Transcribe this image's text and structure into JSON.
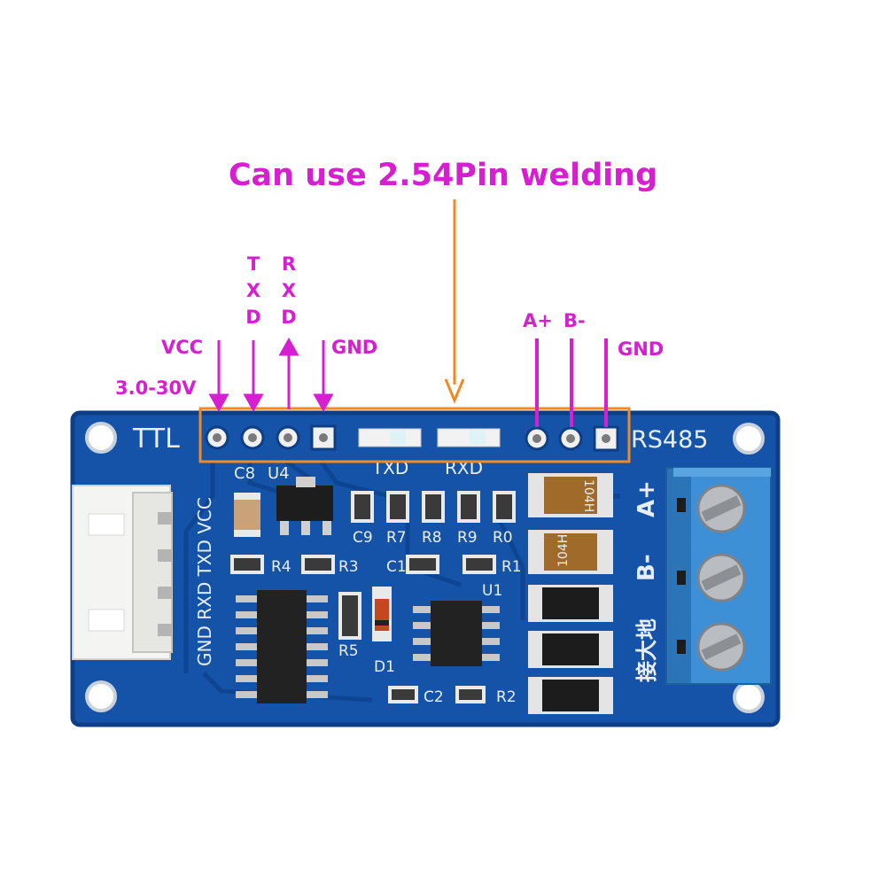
{
  "colors": {
    "annotation": "#d61fd0",
    "arrow_orange": "#f08a23",
    "pcb_blue": "#1553a8",
    "pcb_dark": "#0d3e86",
    "silkscreen": "#e8eef8",
    "terminal_blue": "#3d8fd6"
  },
  "headline": "Can use 2.54Pin welding",
  "labels": {
    "vcc": "VCC",
    "voltage": "3.0-30V",
    "txd": [
      "T",
      "X",
      "D"
    ],
    "rxd": [
      "R",
      "X",
      "D"
    ],
    "gnd_left": "GND",
    "a_plus": "A+",
    "b_minus": "B-",
    "gnd_right": "GND"
  },
  "silkscreen": {
    "ttl": "TTL",
    "rs485": "RS485",
    "led_txd": "TXD",
    "led_rxd": "RXD",
    "connector_pins": "GND RXD TXD VCC",
    "a_plus": "A+",
    "b_minus": "B-",
    "ground_cn": "接大地",
    "c8": "C8",
    "u4": "U4",
    "c9": "C9",
    "r7": "R7",
    "r8": "R8",
    "r9": "R9",
    "r0": "R0",
    "r4": "R4",
    "r3": "R3",
    "c1": "C1",
    "r1": "R1",
    "u1": "U1",
    "r5": "R5",
    "d1": "D1",
    "c2": "C2",
    "r2": "R2",
    "varistor_code": "104H"
  }
}
